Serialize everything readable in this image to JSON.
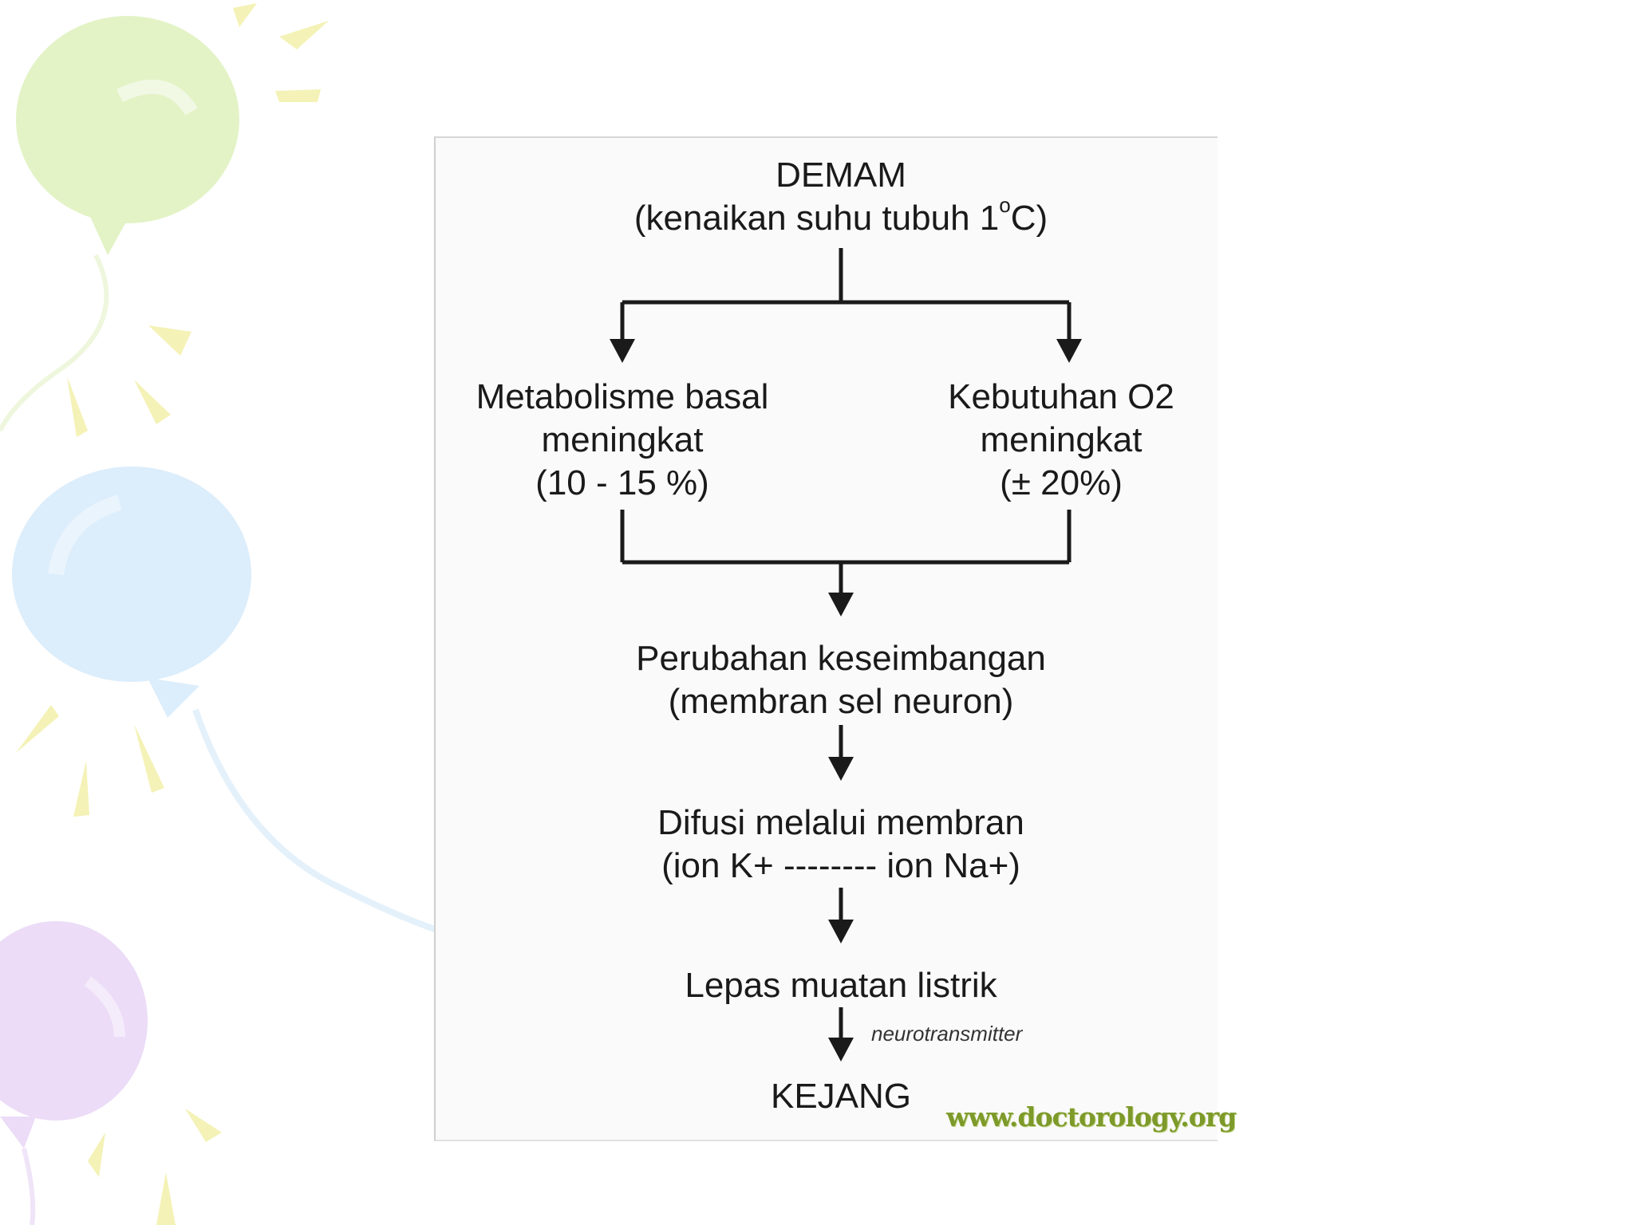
{
  "diagram": {
    "top": {
      "title": "DEMAM",
      "subtitle_prefix": "(kenaikan suhu tubuh 1",
      "subtitle_sup": "o",
      "subtitle_suffix": "C)"
    },
    "left_branch": {
      "line1": "Metabolisme basal",
      "line2": "meningkat",
      "line3": "(10 - 15 %)"
    },
    "right_branch": {
      "line1": "Kebutuhan O2",
      "line2": "meningkat",
      "line3": "(± 20%)"
    },
    "step_balance": {
      "line1": "Perubahan keseimbangan",
      "line2": "(membran sel neuron)"
    },
    "step_diffusion": {
      "line1": "Difusi melalui membran",
      "line2": "(ion K+ -------- ion Na+)"
    },
    "step_discharge": {
      "line1": "Lepas muatan listrik"
    },
    "arrow_note": "neurotransmitter",
    "end": {
      "label": "KEJANG"
    },
    "watermark": "www.doctorology.org"
  },
  "colors": {
    "text": "#1a1a1a",
    "lines": "#1a1a1a",
    "watermark": "#7d9a2a",
    "balloon_green": "#e3f3c6",
    "balloon_blue": "#dcedfb",
    "balloon_purple": "#ecdcf7",
    "rays_yellow": "#f4f2b6"
  }
}
